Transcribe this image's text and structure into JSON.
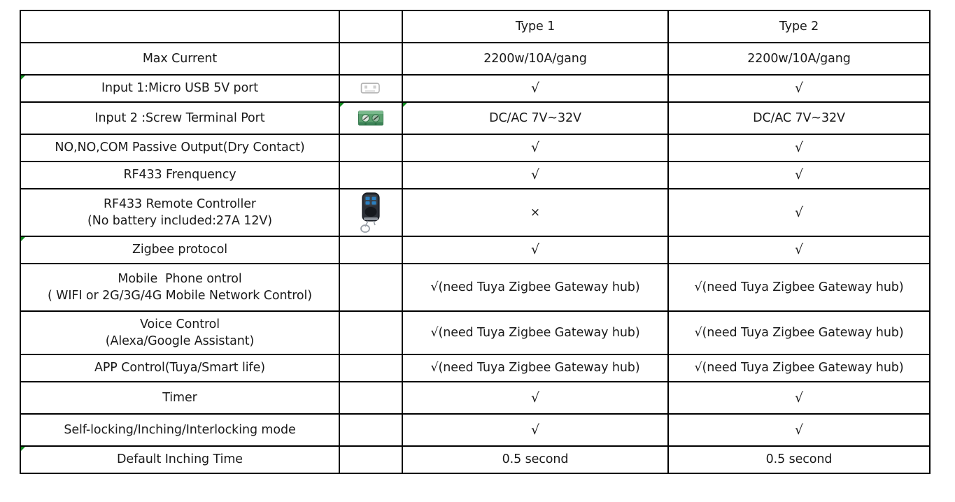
{
  "table": {
    "columns": [
      {
        "key": "feature",
        "header": ""
      },
      {
        "key": "icon",
        "header": ""
      },
      {
        "key": "type1",
        "header": "Type 1"
      },
      {
        "key": "type2",
        "header": "Type 2"
      }
    ],
    "marks": {
      "check": "√",
      "cross": "×"
    },
    "icon_colors": {
      "terminal_green": "#5aa06e",
      "terminal_green_dark": "#2f7347",
      "remote_body": "#2b2f36",
      "remote_button": "#2a7fc1",
      "usb_outline": "#b3b3b3",
      "note_marker_green": "#0f8a1e"
    },
    "rows": [
      {
        "id": "header",
        "feature_lines": [
          ""
        ],
        "icon": "",
        "type1": "Type 1",
        "type2": "Type 2",
        "height_class": "r-header"
      },
      {
        "id": "max-current",
        "feature_lines": [
          "Max Current"
        ],
        "icon": "",
        "type1": "2200w/10A/gang",
        "type2": "2200w/10A/gang",
        "height_class": "r-std"
      },
      {
        "id": "input-1-micro-usb",
        "feature_lines": [
          "Input 1:Micro USB 5V port"
        ],
        "icon": "micro-usb-port-icon",
        "type1": "√",
        "type2": "√",
        "height_class": "r-tight"
      },
      {
        "id": "input-2-screw-terminal",
        "feature_lines": [
          "Input 2 :Screw Terminal Port"
        ],
        "icon": "screw-terminal-icon",
        "type1": "DC/AC 7V~32V",
        "type2": "DC/AC 7V~32V",
        "height_class": "r-std"
      },
      {
        "id": "passive-output",
        "feature_lines": [
          "NO,NO,COM Passive Output(Dry Contact)"
        ],
        "icon": "",
        "type1": "√",
        "type2": "√",
        "height_class": "r-tight"
      },
      {
        "id": "rf433-frequency",
        "feature_lines": [
          "RF433 Frenquency"
        ],
        "icon": "",
        "type1": "√",
        "type2": "√",
        "height_class": "r-tight"
      },
      {
        "id": "rf433-remote-controller",
        "feature_lines": [
          "RF433 Remote Controller",
          "(No battery included:27A 12V)"
        ],
        "icon": "rf433-remote-icon",
        "type1": "×",
        "type2": "√",
        "height_class": "r-tall"
      },
      {
        "id": "zigbee-protocol",
        "feature_lines": [
          "Zigbee protocol"
        ],
        "icon": "",
        "type1": "√",
        "type2": "√",
        "height_class": "r-tight"
      },
      {
        "id": "mobile-phone-control",
        "feature_lines": [
          "Mobile  Phone ontrol",
          "( WIFI or 2G/3G/4G Mobile Network Control)"
        ],
        "icon": "",
        "type1": "√(need Tuya Zigbee Gateway hub)",
        "type2": "√(need Tuya Zigbee Gateway hub)",
        "height_class": "r-tall"
      },
      {
        "id": "voice-control",
        "feature_lines": [
          "Voice Control",
          "(Alexa/Google Assistant)"
        ],
        "icon": "",
        "type1": "√(need Tuya Zigbee Gateway hub)",
        "type2": "√(need Tuya Zigbee Gateway hub)",
        "height_class": "r-two"
      },
      {
        "id": "app-control",
        "feature_lines": [
          "APP Control(Tuya/Smart life)"
        ],
        "icon": "",
        "type1": "√(need Tuya Zigbee Gateway hub)",
        "type2": "√(need Tuya Zigbee Gateway hub)",
        "height_class": "r-tight"
      },
      {
        "id": "timer",
        "feature_lines": [
          "Timer"
        ],
        "icon": "",
        "type1": "√",
        "type2": "√",
        "height_class": "r-std"
      },
      {
        "id": "self-locking-mode",
        "feature_lines": [
          "Self-locking/Inching/Interlocking mode"
        ],
        "icon": "",
        "type1": "√",
        "type2": "√",
        "height_class": "r-std"
      },
      {
        "id": "default-inching-time",
        "feature_lines": [
          "Default Inching Time"
        ],
        "icon": "",
        "type1": "0.5 second",
        "type2": "0.5 second",
        "height_class": "r-tight"
      }
    ]
  }
}
